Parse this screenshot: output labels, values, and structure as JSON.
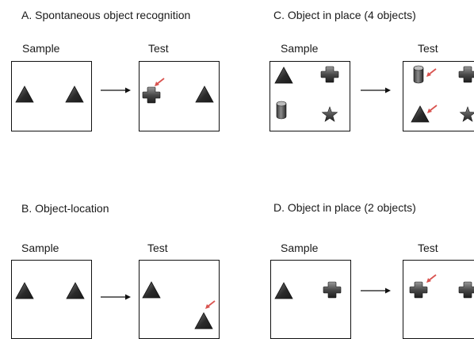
{
  "panels": {
    "a": {
      "title": "A. Spontaneous object recognition",
      "sample_label": "Sample",
      "test_label": "Test"
    },
    "b": {
      "title": "B. Object-location",
      "sample_label": "Sample",
      "test_label": "Test"
    },
    "c": {
      "title": "C. Object in place (4 objects)",
      "sample_label": "Sample",
      "test_label": "Test"
    },
    "d": {
      "title": "D. Object in place (2 objects)",
      "sample_label": "Sample",
      "test_label": "Test"
    }
  },
  "colors": {
    "object_fill_dark": "#2f2f2f",
    "object_fill_light": "#8a8a8a",
    "marker_arrow": "#d9534f",
    "box_border": "#111111"
  },
  "objects": [
    "triangle-object",
    "cross-object",
    "cylinder-object",
    "star-object"
  ]
}
